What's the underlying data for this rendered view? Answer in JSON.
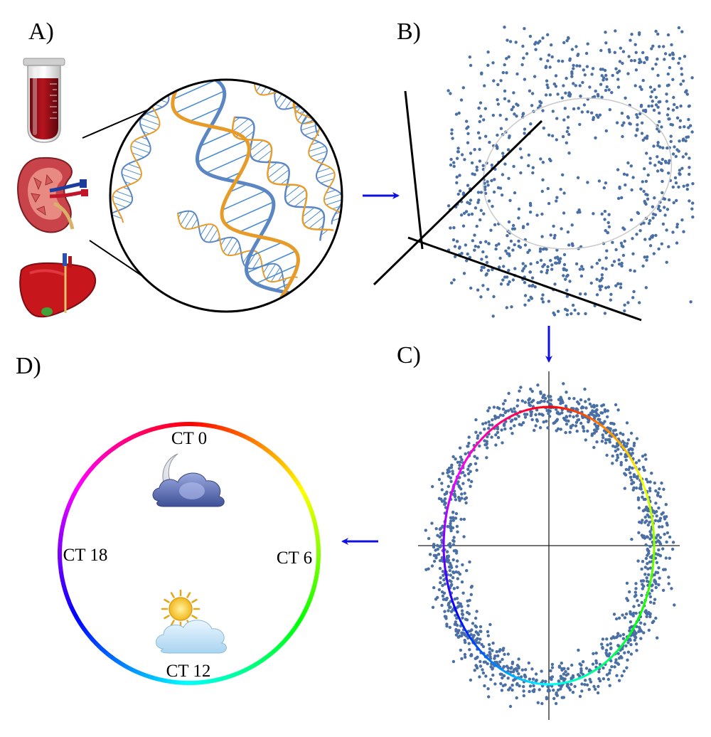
{
  "panels": {
    "a": {
      "label": "A)"
    },
    "b": {
      "label": "B)"
    },
    "c": {
      "label": "C)"
    },
    "d": {
      "label": "D)"
    }
  },
  "panel_a": {
    "icons": [
      "test-tube-icon",
      "kidney-icon",
      "liver-icon"
    ],
    "magnified": "dna-double-helix-icon"
  },
  "panel_d": {
    "labels": {
      "top": "CT 0",
      "right": "CT 6",
      "bottom": "CT 12",
      "left": "CT 18"
    },
    "icons": {
      "night": "moon-cloud-icon",
      "day": "sun-cloud-icon"
    }
  },
  "colors": {
    "points": "#4a6fa5",
    "arrows": "#1010e0",
    "helix_blue": "#5b86c4",
    "helix_orange": "#e79c2a",
    "rung_blue": "#4a8ccf",
    "blood": "#a0111c",
    "kidney": "#c9434a",
    "liver": "#c8161d"
  }
}
